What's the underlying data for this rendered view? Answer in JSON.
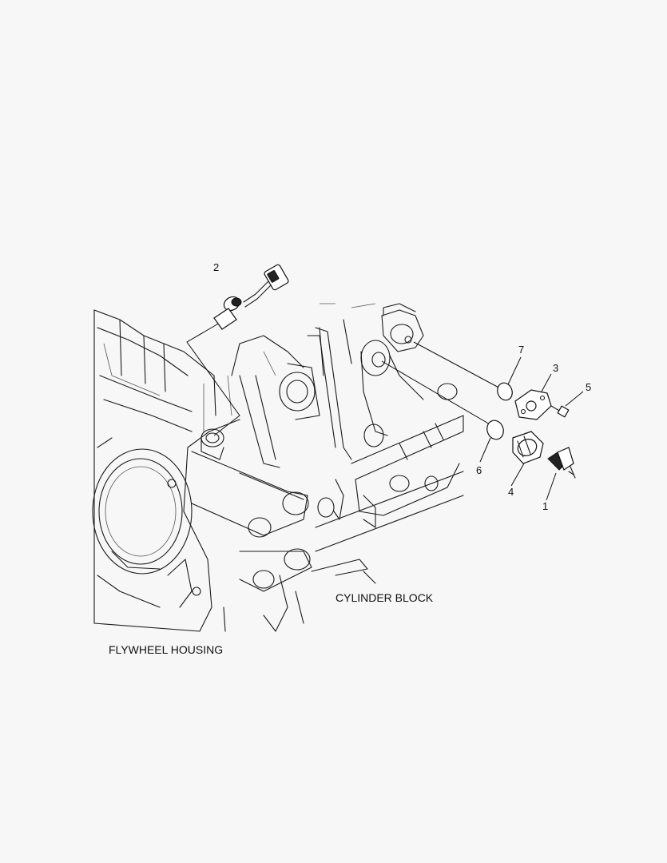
{
  "callouts": {
    "c1": "1",
    "c2": "2",
    "c3": "3",
    "c4": "4",
    "c5": "5",
    "c6": "6",
    "c7": "7"
  },
  "captions": {
    "cylinder_block": "CYLINDER BLOCK",
    "flywheel_housing": "FLYWHEEL HOUSING"
  },
  "colors": {
    "background": "#f7f7f7",
    "line": "#1a1a1a"
  }
}
